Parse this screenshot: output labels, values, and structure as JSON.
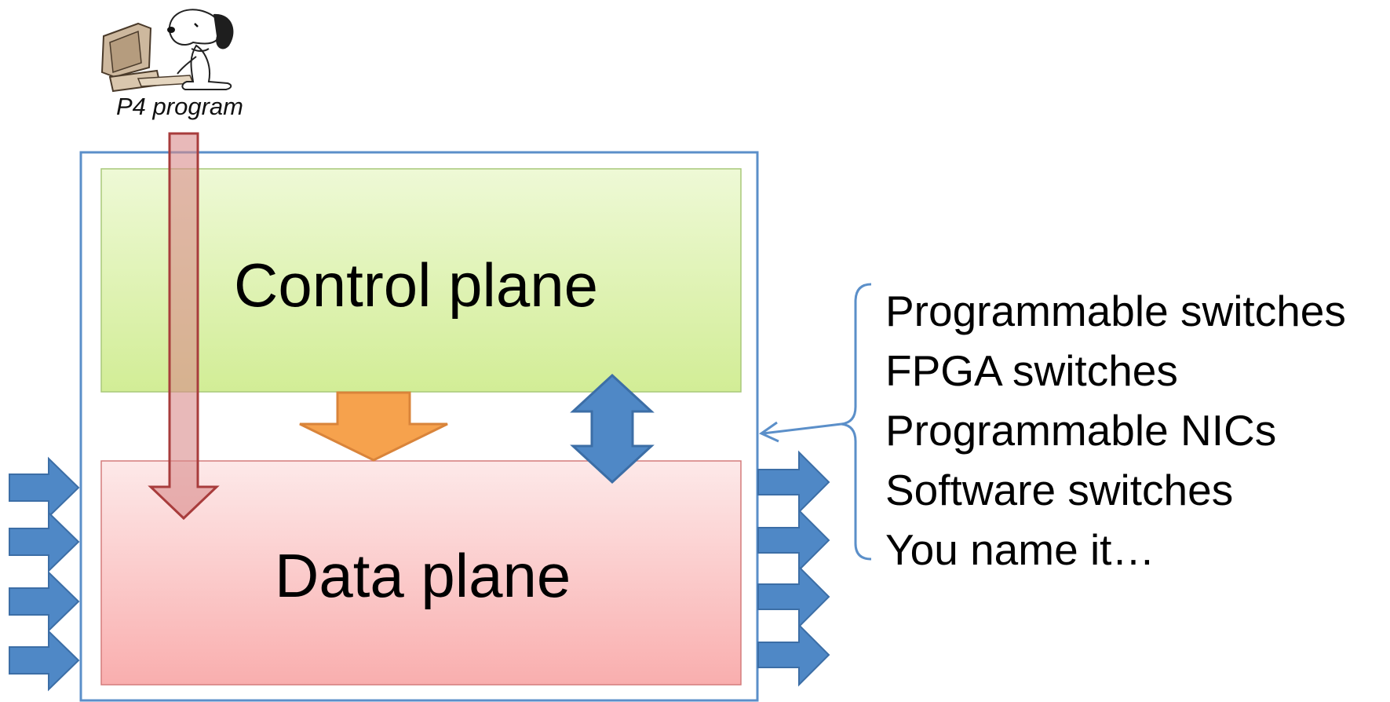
{
  "p4": {
    "label": "P4 program"
  },
  "planes": {
    "control": "Control plane",
    "data": "Data plane"
  },
  "targets": [
    "Programmable switches",
    "FPGA switches",
    "Programmable NICs",
    "Software switches",
    "You name it…"
  ],
  "colors": {
    "outer_box": "#5b8fc9",
    "control_fill": "#d4ef9a",
    "data_fill": "#fab4b4",
    "p4_arrow": "#e6a3a3",
    "p4_arrow_stroke": "#a83c3c",
    "compile_arrow": "#f6a24d",
    "blue_arrow": "#4f88c6",
    "blue_arrow_stroke": "#3c6ea6",
    "brace": "#5b8fc9"
  },
  "icons": {
    "programmer": "snoopy-at-computer-icon"
  }
}
